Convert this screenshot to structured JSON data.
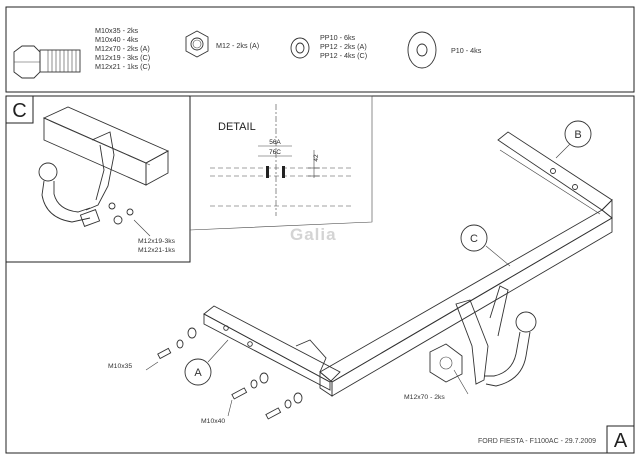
{
  "parts": {
    "bolts_list": [
      "M10x35 - 2ks",
      "M10x40 - 4ks",
      "M12x70 - 2ks (A)",
      "M12x19 - 3ks (C)",
      "M12x21 - 1ks (C)"
    ],
    "nut_list": [
      "M12 - 2ks (A)"
    ],
    "washers_list": [
      "PP10 - 6ks",
      "PP12 - 2ks (A)",
      "PP12 - 4ks (C)"
    ],
    "plate_washer_list": [
      "P10 - 4ks"
    ]
  },
  "detail_view": {
    "panel_letter": "C",
    "title": "DETAIL",
    "dim_56A": "56A",
    "dim_76C": "76C",
    "dim_42": "42",
    "label_1": "M12x19-3ks",
    "label_2": "M12x21-1ks"
  },
  "main_view": {
    "logo": "Galia",
    "callout_a": "A",
    "callout_b": "B",
    "callout_c": "C",
    "label_m10x35": "M10x35",
    "label_m10x40": "M10x40",
    "label_m12x70": "M12x70 - 2ks"
  },
  "footer": {
    "caption": "FORD FIESTA - F1100AC - 29.7.2009",
    "corner_letter": "A"
  }
}
